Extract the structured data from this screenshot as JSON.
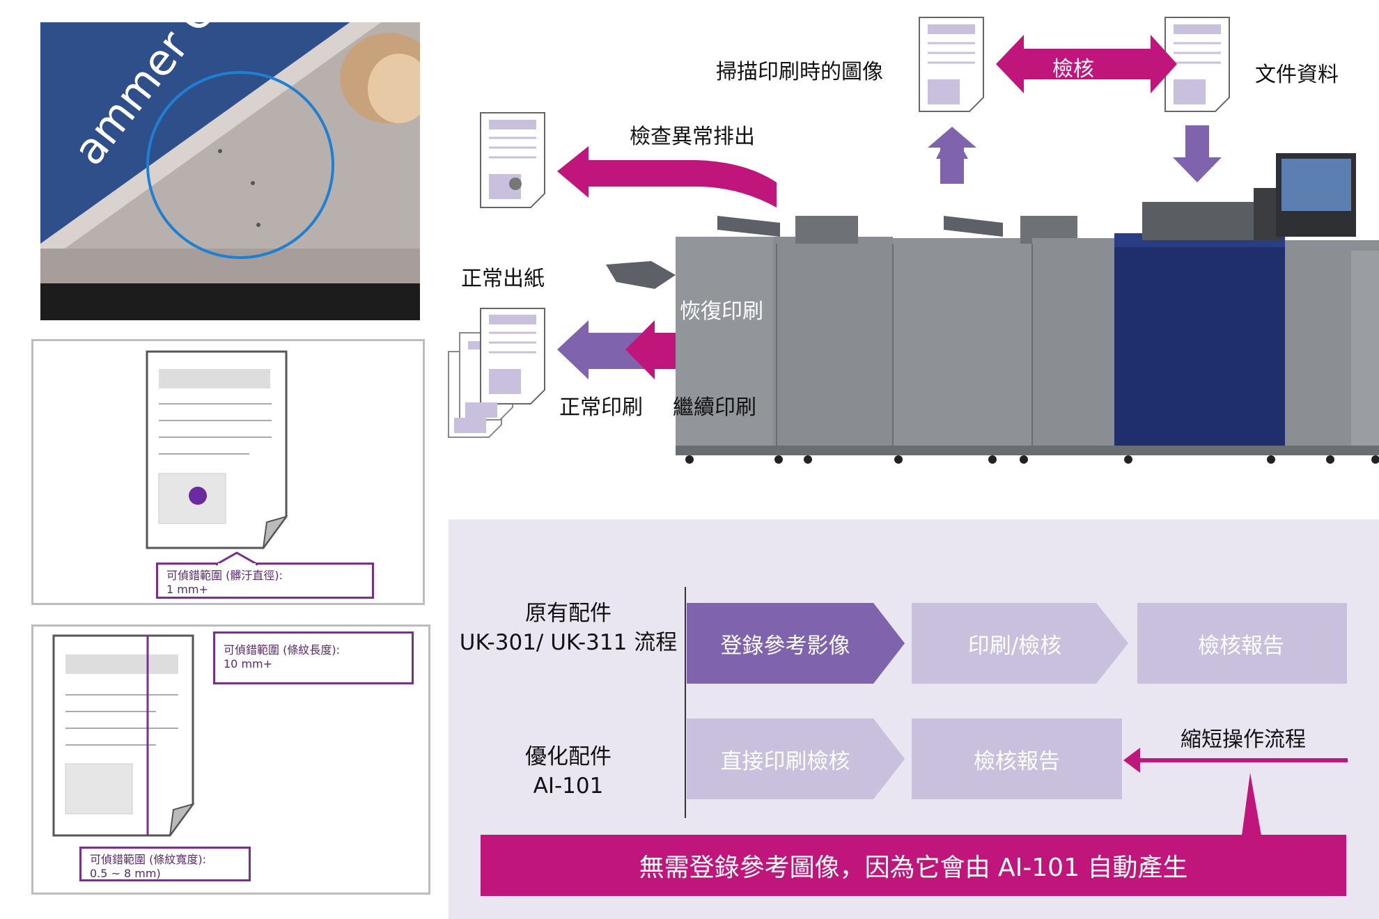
{
  "labels": {
    "scan_image": "掃描印刷時的圖像",
    "verify": "檢核",
    "document_data": "文件資料",
    "abnormal_eject": "檢查異常排出",
    "normal_output": "正常出紙",
    "resume_print": "恢復印刷",
    "normal_print": "正常印刷",
    "continue_print": "繼續印刷"
  },
  "photo": {
    "text": "ammer Co"
  },
  "callouts": {
    "stain": {
      "title": "可偵錯範圍 (髒汙直徑):",
      "value": "1 mm+"
    },
    "streak_length": {
      "title": "可偵錯範圍 (條紋長度):",
      "value": "10 mm+"
    },
    "streak_width": {
      "title": "可偵錯範圍 (條紋寬度):",
      "value": "0.5 ~ 8 mm)"
    }
  },
  "flow": {
    "row1_label_1": "原有配件",
    "row1_label_2": "UK-301/ UK-311 流程",
    "row1_steps": [
      "登錄參考影像",
      "印刷/檢核",
      "檢核報告"
    ],
    "row2_label_1": "優化配件",
    "row2_label_2": "AI-101",
    "row2_steps": [
      "直接印刷檢核",
      "檢核報告"
    ],
    "shorten": "縮短操作流程",
    "banner": "無需登錄參考圖像，因為它會由 AI-101 自動產生"
  },
  "colors": {
    "magenta": "#c0157a",
    "purple": "#8063ad",
    "lavender": "#c9c0de",
    "flow_bg": "#e9e6f1"
  }
}
